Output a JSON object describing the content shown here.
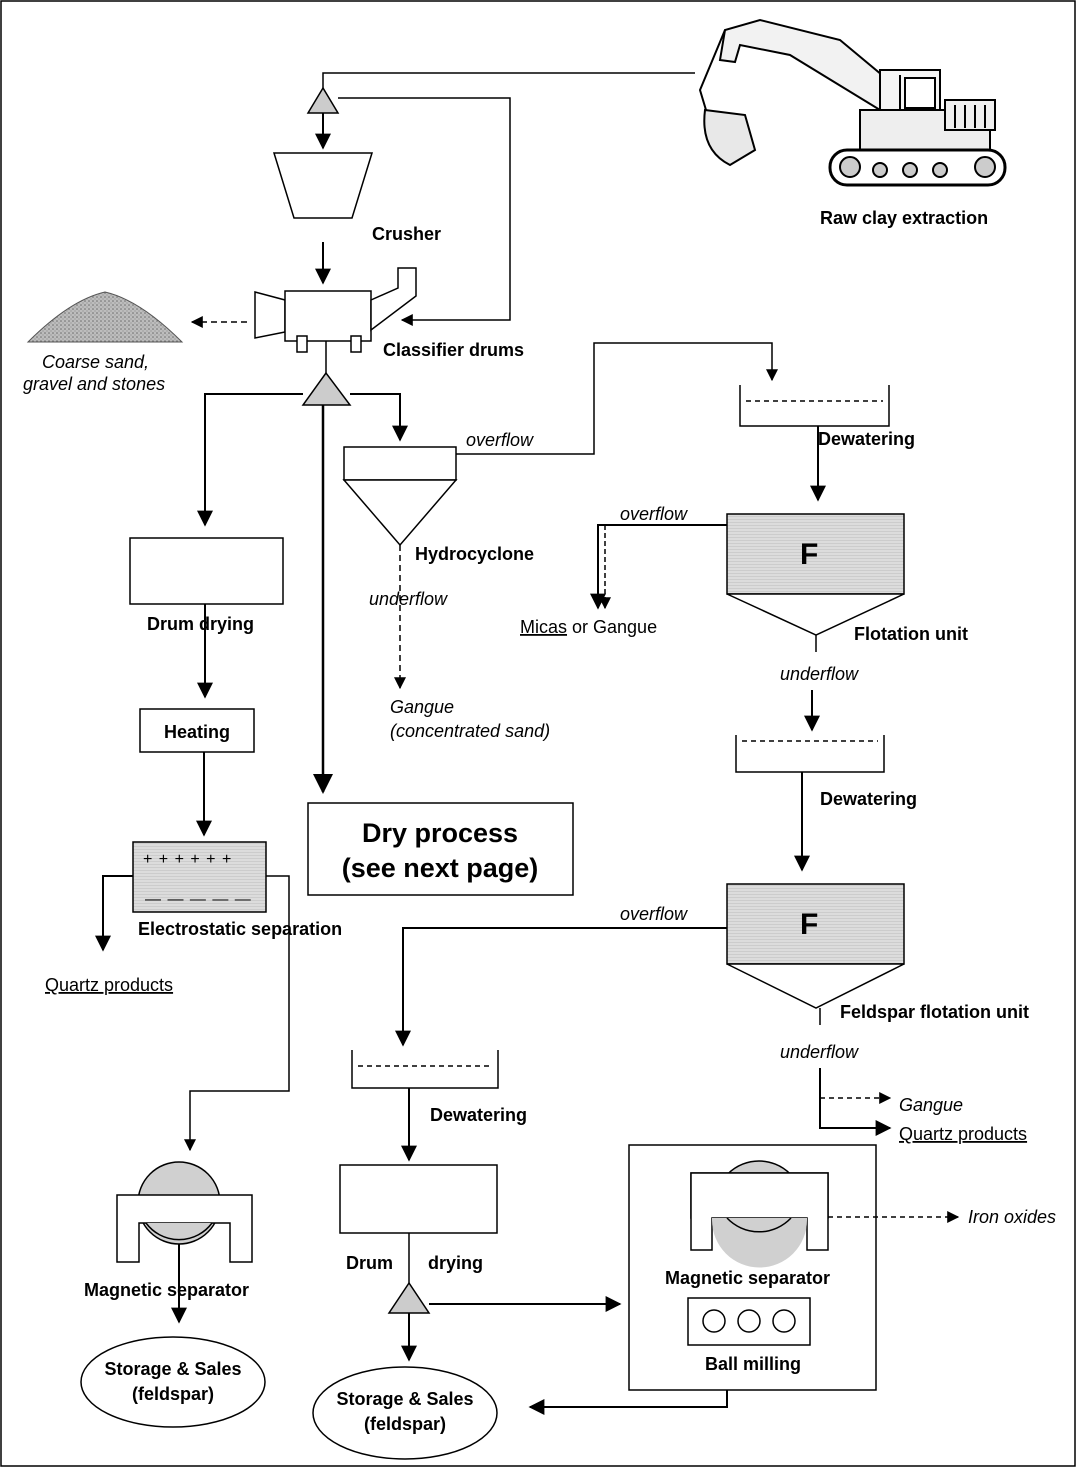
{
  "labels": {
    "raw_clay_extraction": "Raw clay extraction",
    "crusher": "Crusher",
    "coarse_sand_line1": "Coarse sand,",
    "coarse_sand_line2": "gravel and stones",
    "classifier_drums": "Classifier drums",
    "overflow": "overflow",
    "underflow": "underflow",
    "hydrocyclone": "Hydrocyclone",
    "gangue_sand_line1": "Gangue",
    "gangue_sand_line2": "(concentrated sand)",
    "dewatering": "Dewatering",
    "flotation_mark": "F",
    "flotation_unit": "Flotation unit",
    "micas": "Micas",
    "or_gangue": " or Gangue",
    "feldspar_flotation_unit": "Feldspar flotation unit",
    "gangue": "Gangue",
    "quartz_products": "Quartz products",
    "drum_drying": "Drum drying",
    "drum": "Drum",
    "drying": "drying",
    "heating": "Heating",
    "plus_signs": "+ + + + + +",
    "minus_signs": "— — — — —",
    "electrostatic_separation": "Electrostatic separation",
    "dry_process_line1": "Dry process",
    "dry_process_line2": "(see next page)",
    "magnetic_separator": "Magnetic separator",
    "ball_milling": "Ball milling",
    "iron_oxides": "Iron oxides",
    "storage_line1": "Storage & Sales",
    "storage_line2": "(feldspar)"
  },
  "icons": {
    "excavator": "excavator-icon",
    "sand_pile": "sand-pile-icon",
    "splitter": "splitter-triangle-icon"
  },
  "colors": {
    "line": "#000000",
    "fill_grey": "#d0d0d0",
    "fill_light": "#e6e6e6"
  }
}
